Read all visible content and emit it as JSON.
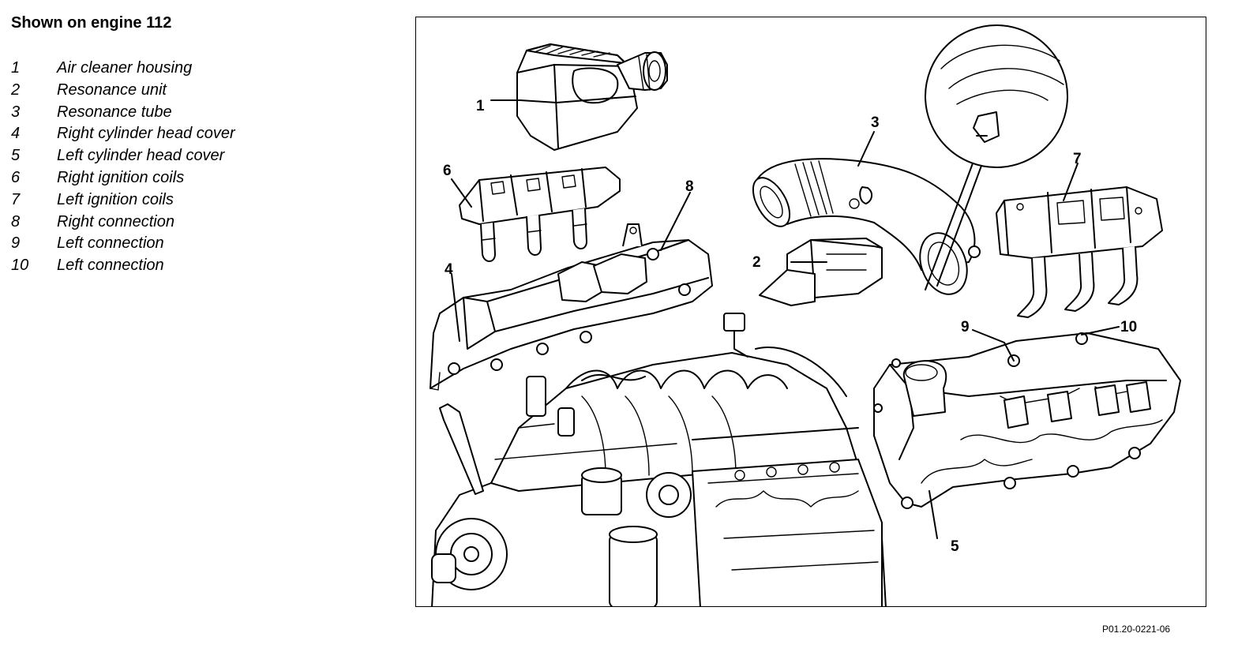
{
  "title": "Shown on engine 112",
  "legend": [
    {
      "num": "1",
      "label": "Air cleaner housing"
    },
    {
      "num": "2",
      "label": "Resonance unit"
    },
    {
      "num": "3",
      "label": "Resonance tube"
    },
    {
      "num": "4",
      "label": "Right cylinder head cover"
    },
    {
      "num": "5",
      "label": "Left cylinder head cover"
    },
    {
      "num": "6",
      "label": "Right ignition coils"
    },
    {
      "num": "7",
      "label": "Left ignition coils"
    },
    {
      "num": "8",
      "label": "Right connection"
    },
    {
      "num": "9",
      "label": "Left connection"
    },
    {
      "num": "10",
      "label": "Left connection"
    }
  ],
  "callouts": [
    "1",
    "2",
    "3",
    "4",
    "5",
    "6",
    "7",
    "8",
    "9",
    "10"
  ],
  "figure_code": "P01.20-0221-06"
}
